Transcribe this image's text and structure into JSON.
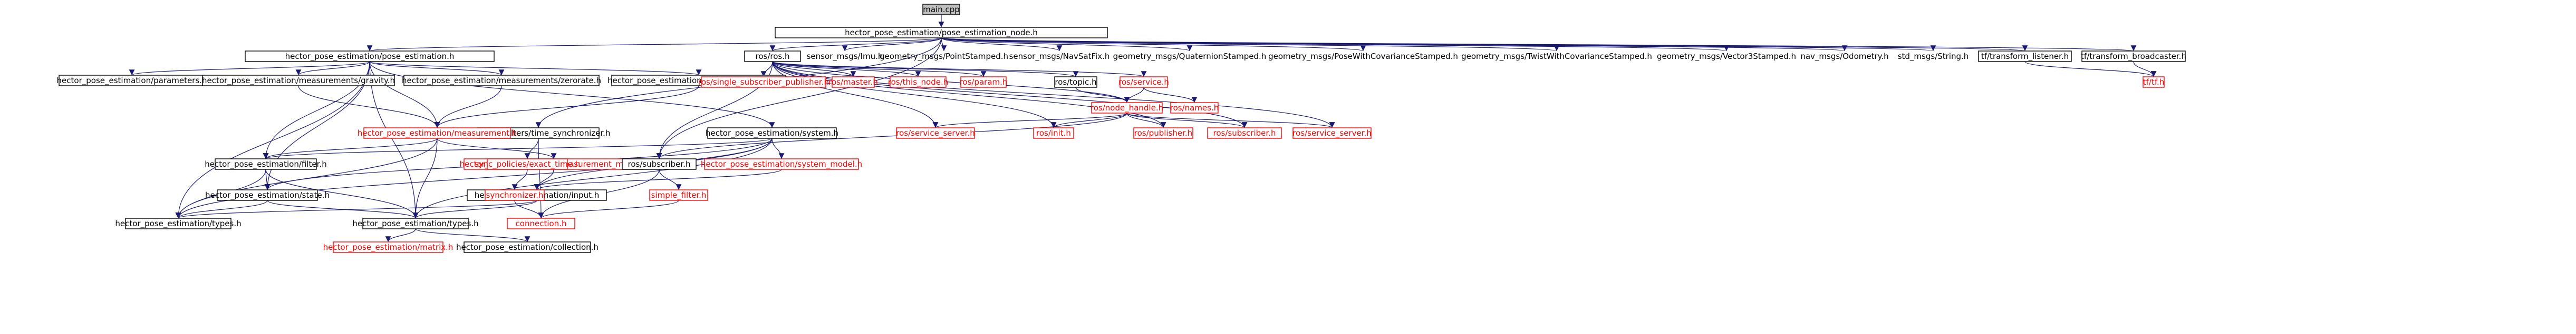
{
  "diagram": {
    "nodes": [
      {
        "id": "main",
        "label": "main.cpp",
        "style": "root"
      },
      {
        "id": "node",
        "label": "hector_pose_estimation/pose_estimation_node.h",
        "style": "normal"
      },
      {
        "id": "pe",
        "label": "hector_pose_estimation/pose_estimation.h",
        "style": "normal"
      },
      {
        "id": "rosh",
        "label": "ros/ros.h",
        "style": "normal"
      },
      {
        "id": "imu",
        "label": "sensor_msgs/Imu.h",
        "style": "plain"
      },
      {
        "id": "pointst",
        "label": "geometry_msgs/PointStamped.h",
        "style": "plain"
      },
      {
        "id": "navsat",
        "label": "sensor_msgs/NavSatFix.h",
        "style": "plain"
      },
      {
        "id": "quat",
        "label": "geometry_msgs/QuaternionStamped.h",
        "style": "plain"
      },
      {
        "id": "posecov",
        "label": "geometry_msgs/PoseWithCovarianceStamped.h",
        "style": "plain"
      },
      {
        "id": "twistcov",
        "label": "geometry_msgs/TwistWithCovarianceStamped.h",
        "style": "plain"
      },
      {
        "id": "vec3",
        "label": "geometry_msgs/Vector3Stamped.h",
        "style": "plain"
      },
      {
        "id": "odom",
        "label": "nav_msgs/Odometry.h",
        "style": "plain"
      },
      {
        "id": "string",
        "label": "std_msgs/String.h",
        "style": "plain"
      },
      {
        "id": "tflist",
        "label": "tf/transform_listener.h",
        "style": "normal"
      },
      {
        "id": "tfbr",
        "label": "tf/transform_broadcaster.h",
        "style": "normal"
      },
      {
        "id": "tfh",
        "label": "tf/tf.h",
        "style": "red"
      },
      {
        "id": "msgfilt",
        "label": "message_filters/time_synchronizer.h",
        "style": "normal"
      },
      {
        "id": "params",
        "label": "hector_pose_estimation/parameters.h",
        "style": "normal"
      },
      {
        "id": "gravity",
        "label": "hector_pose_estimation/measurements/gravity.h",
        "style": "normal"
      },
      {
        "id": "zerorate",
        "label": "hector_pose_estimation/measurements/zerorate.h",
        "style": "normal"
      },
      {
        "id": "rate",
        "label": "hector_pose_estimation/measurements/rate.h",
        "style": "normal"
      },
      {
        "id": "meas",
        "label": "hector_pose_estimation/measurement.h",
        "style": "red"
      },
      {
        "id": "system",
        "label": "hector_pose_estimation/system.h",
        "style": "normal"
      },
      {
        "id": "filter",
        "label": "hector_pose_estimation/filter.h",
        "style": "normal"
      },
      {
        "id": "measmodel",
        "label": "hector_pose_estimation/measurement_model.h",
        "style": "red"
      },
      {
        "id": "sysmodel",
        "label": "hector_pose_estimation/system_model.h",
        "style": "red"
      },
      {
        "id": "state",
        "label": "hector_pose_estimation/state.h",
        "style": "normal"
      },
      {
        "id": "input",
        "label": "hector_pose_estimation/input.h",
        "style": "normal"
      },
      {
        "id": "typesA",
        "label": "hector_pose_estimation/types.h",
        "style": "normal"
      },
      {
        "id": "typesB",
        "label": "hector_pose_estimation/types.h",
        "style": "normal"
      },
      {
        "id": "matrix",
        "label": "hector_pose_estimation/matrix.h",
        "style": "red"
      },
      {
        "id": "collection",
        "label": "hector_pose_estimation/collection.h",
        "style": "normal"
      },
      {
        "id": "exacttime",
        "label": "sync_policies/exact_time.h",
        "style": "red"
      },
      {
        "id": "synchronizer",
        "label": "synchronizer.h",
        "style": "red"
      },
      {
        "id": "connection",
        "label": "connection.h",
        "style": "red"
      },
      {
        "id": "subscriberA",
        "label": "ros/subscriber.h",
        "style": "normal"
      },
      {
        "id": "simplefilter",
        "label": "simple_filter.h",
        "style": "red"
      },
      {
        "id": "singlepub",
        "label": "ros/single_subscriber_publisher.h",
        "style": "red"
      },
      {
        "id": "master",
        "label": "ros/master.h",
        "style": "red"
      },
      {
        "id": "thisnode",
        "label": "ros/this_node.h",
        "style": "red"
      },
      {
        "id": "param",
        "label": "ros/param.h",
        "style": "red"
      },
      {
        "id": "topic",
        "label": "ros/topic.h",
        "style": "normal"
      },
      {
        "id": "service",
        "label": "ros/service.h",
        "style": "red"
      },
      {
        "id": "names",
        "label": "ros/names.h",
        "style": "red"
      },
      {
        "id": "nodehandle",
        "label": "ros/node_handle.h",
        "style": "red"
      },
      {
        "id": "servserver",
        "label": "ros/service_server.h",
        "style": "red"
      },
      {
        "id": "initH",
        "label": "ros/init.h",
        "style": "red"
      },
      {
        "id": "publisher",
        "label": "ros/publisher.h",
        "style": "red"
      },
      {
        "id": "subscriberB",
        "label": "ros/subscriber.h",
        "style": "red"
      },
      {
        "id": "servserver2",
        "label": "ros/service_server.h",
        "style": "red"
      }
    ],
    "edges": [
      [
        "main",
        "node"
      ],
      [
        "node",
        "pe"
      ],
      [
        "node",
        "rosh"
      ],
      [
        "node",
        "imu"
      ],
      [
        "node",
        "pointst"
      ],
      [
        "node",
        "navsat"
      ],
      [
        "node",
        "quat"
      ],
      [
        "node",
        "posecov"
      ],
      [
        "node",
        "twistcov"
      ],
      [
        "node",
        "vec3"
      ],
      [
        "node",
        "odom"
      ],
      [
        "node",
        "string"
      ],
      [
        "node",
        "tflist"
      ],
      [
        "node",
        "tfbr"
      ],
      [
        "node",
        "msgfilt"
      ],
      [
        "node",
        "subscriberA"
      ],
      [
        "tflist",
        "tfh"
      ],
      [
        "tfbr",
        "tfh"
      ],
      [
        "pe",
        "params"
      ],
      [
        "pe",
        "gravity"
      ],
      [
        "pe",
        "zerorate"
      ],
      [
        "pe",
        "rate"
      ],
      [
        "pe",
        "meas"
      ],
      [
        "pe",
        "system"
      ],
      [
        "pe",
        "filter"
      ],
      [
        "pe",
        "state"
      ],
      [
        "pe",
        "typesA"
      ],
      [
        "pe",
        "typesB"
      ],
      [
        "gravity",
        "meas"
      ],
      [
        "zerorate",
        "meas"
      ],
      [
        "rate",
        "meas"
      ],
      [
        "meas",
        "measmodel"
      ],
      [
        "meas",
        "typesA"
      ],
      [
        "meas",
        "typesB"
      ],
      [
        "meas",
        "filter"
      ],
      [
        "system",
        "sysmodel"
      ],
      [
        "system",
        "filter"
      ],
      [
        "system",
        "state"
      ],
      [
        "system",
        "input"
      ],
      [
        "system",
        "typesA"
      ],
      [
        "system",
        "typesB"
      ],
      [
        "filter",
        "state"
      ],
      [
        "filter",
        "typesA"
      ],
      [
        "filter",
        "typesB"
      ],
      [
        "measmodel",
        "input"
      ],
      [
        "sysmodel",
        "input"
      ],
      [
        "state",
        "typesA"
      ],
      [
        "state",
        "typesB"
      ],
      [
        "input",
        "typesA"
      ],
      [
        "input",
        "typesB"
      ],
      [
        "typesB",
        "matrix"
      ],
      [
        "typesB",
        "collection"
      ],
      [
        "msgfilt",
        "exacttime"
      ],
      [
        "msgfilt",
        "connection"
      ],
      [
        "exacttime",
        "synchronizer"
      ],
      [
        "synchronizer",
        "connection"
      ],
      [
        "subscriberA",
        "simplefilter"
      ],
      [
        "subscriberA",
        "connection"
      ],
      [
        "simplefilter",
        "connection"
      ],
      [
        "rosh",
        "singlepub"
      ],
      [
        "rosh",
        "master"
      ],
      [
        "rosh",
        "thisnode"
      ],
      [
        "rosh",
        "param"
      ],
      [
        "rosh",
        "topic"
      ],
      [
        "rosh",
        "service"
      ],
      [
        "rosh",
        "nodehandle"
      ],
      [
        "rosh",
        "subscriberA"
      ],
      [
        "rosh",
        "initH"
      ],
      [
        "rosh",
        "servserver"
      ],
      [
        "rosh",
        "publisher"
      ],
      [
        "rosh",
        "subscriberB"
      ],
      [
        "rosh",
        "servserver2"
      ],
      [
        "topic",
        "nodehandle"
      ],
      [
        "service",
        "nodehandle"
      ],
      [
        "service",
        "names"
      ],
      [
        "nodehandle",
        "names"
      ],
      [
        "nodehandle",
        "publisher"
      ],
      [
        "nodehandle",
        "subscriberB"
      ],
      [
        "nodehandle",
        "servserver"
      ],
      [
        "nodehandle",
        "initH"
      ],
      [
        "nodehandle",
        "servserver2"
      ],
      [
        "nodehandle",
        "subscriberA"
      ]
    ]
  }
}
